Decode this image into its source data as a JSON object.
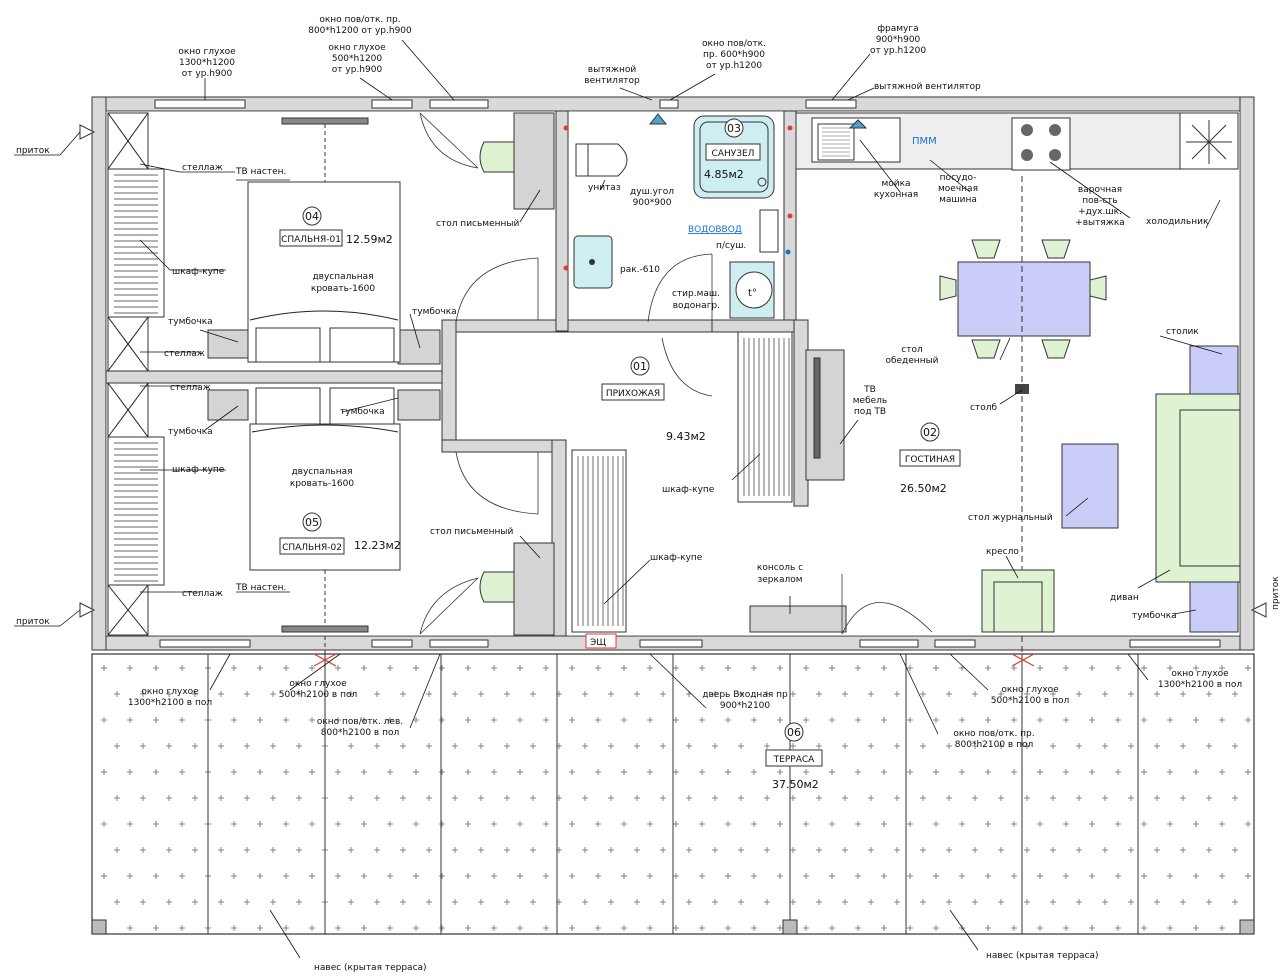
{
  "rooms": {
    "hall": {
      "num": "01",
      "name": "ПРИХОЖАЯ",
      "area": "9.43м2"
    },
    "living": {
      "num": "02",
      "name": "ГОСТИНАЯ",
      "area": "26.50м2"
    },
    "bath": {
      "num": "03",
      "name": "САНУЗЕЛ",
      "area": "4.85м2"
    },
    "bed1": {
      "num": "04",
      "name": "СПАЛЬНЯ-01",
      "area": "12.59м2"
    },
    "bed2": {
      "num": "05",
      "name": "СПАЛЬНЯ-02",
      "area": "12.23м2"
    },
    "terrace": {
      "num": "06",
      "name": "ТЕРРАСА",
      "area": "37.50м2"
    }
  },
  "labels": {
    "win_top1": [
      "окно глухое",
      "1300*h1200",
      "от ур.h900"
    ],
    "win_top2": [
      "окно пов/отк. пр.",
      "800*h1200 от ур.h900"
    ],
    "win_top3": [
      "окно глухое",
      "500*h1200",
      "от ур.h900"
    ],
    "win_top4": [
      "окно пов/отк.",
      "пр.  600*h900",
      "от ур.h1200"
    ],
    "fan1": [
      "вытяжной",
      "вентилятор"
    ],
    "transom": [
      "фрамуга",
      "900*h900",
      "от ур.h1200"
    ],
    "fan2": "вытяжной вентилятор",
    "inflow_l1": "приток",
    "inflow_l2": "приток",
    "inflow_r": "приток",
    "shelf1": "стеллаж",
    "tv1": "ТВ настен.",
    "desk1": "стол письменный",
    "toilet": "унитаз",
    "shower": [
      "душ.угол",
      "900*900"
    ],
    "water": "ВОДОВВОД",
    "dryer": "п/суш.",
    "sink_bath": "рак.-610",
    "washer": [
      "стир.маш.",
      "водонагр."
    ],
    "wardrobe1": "шкаф-купе",
    "bed_a": [
      "двуспальная",
      "кровать-1600"
    ],
    "nightstand1": "тумбочка",
    "nightstand2": "тумбочка",
    "shelf2": "стеллаж",
    "shelf3": "стеллаж",
    "nightstand3": "тумбочка",
    "nightstand4": "тумбочка",
    "bed_b": [
      "двуспальная",
      "кровать-1600"
    ],
    "wardrobe2": "шкаф-купе",
    "shelf4": "стеллаж",
    "tv2": "ТВ настен.",
    "desk2": "стол письменный",
    "wardrobe3": "шкаф-купе",
    "wardrobe4": "шкаф-купе",
    "console": [
      "консоль с",
      "зеркалом"
    ],
    "panel": "ЭЩ",
    "kitchen_sink": [
      "мойка",
      "кухонная"
    ],
    "dishwasher": [
      "посудо-",
      "моечная",
      "машина"
    ],
    "pmm": "ПММ",
    "hob": [
      "варочная",
      "пов-сть",
      "+дух.шк.",
      "+вытяжка"
    ],
    "fridge": "холодильник",
    "dining": [
      "стол",
      "обеденный"
    ],
    "tv_stand": [
      "ТВ",
      "мебель",
      "под ТВ"
    ],
    "column": "столб",
    "side_table": "столик",
    "coffee_table": "стол журнальный",
    "armchair": "кресло",
    "sofa": "диван",
    "nightstand5": "тумбочка",
    "win_bot1": [
      "окно глухое",
      "1300*h2100 в пол"
    ],
    "win_bot2": [
      "окно глухое",
      "500*h2100 в пол"
    ],
    "win_bot3": [
      "окно пов/отк. лев.",
      "800*h2100 в пол"
    ],
    "door_main": [
      "дверь Входная пр",
      "900*h2100"
    ],
    "win_bot4": [
      "окно глухое",
      "500*h2100 в пол"
    ],
    "win_bot5": [
      "окно пов/отк. пр.",
      "800*h2100 в пол"
    ],
    "win_bot6": [
      "окно глухое",
      "1300*h2100 в пол"
    ],
    "canopy1": "навес (крытая терраса)",
    "canopy2": "навес (крытая терраса)"
  },
  "colors": {
    "wall": "#d9d9d9",
    "furniture_green": "#dff2d2",
    "furniture_blue": "#c9cdf7",
    "fixture_teal": "#cfeef2",
    "accent_blue": "#1f6fd1",
    "marker_red": "#e53935"
  }
}
